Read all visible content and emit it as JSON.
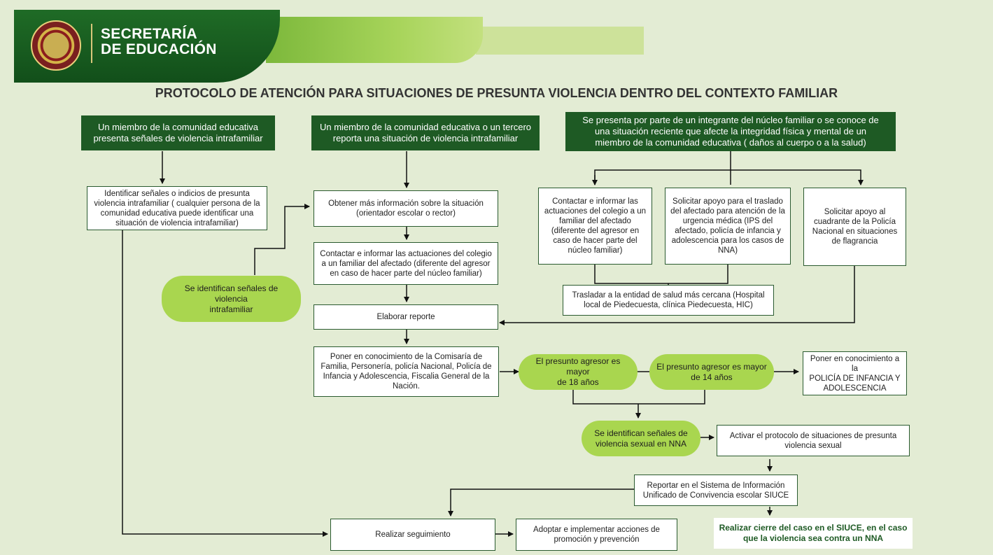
{
  "header": {
    "org_title": "SECRETARÍA\nDE EDUCACIÓN"
  },
  "title": "PROTOCOLO DE ATENCIÓN PARA SITUACIONES DE PRESUNTA VIOLENCIA DENTRO DEL CONTEXTO FAMILIAR",
  "colors": {
    "dark_green": "#1e5a24",
    "light_green": "#a9d64f",
    "background": "#e3ecd4"
  },
  "nodes": {
    "h1": "Un miembro de la comunidad educativa\npresenta señales de violencia intrafamiliar",
    "h2": "Un miembro de la comunidad educativa o un tercero\nreporta una situación de violencia intrafamiliar",
    "h3": "Se presenta por parte de un integrante del núcleo familiar o se conoce de\nuna situación reciente que afecte la integridad física y mental de un\nmiembro de la comunidad educativa ( daños al cuerpo o a la salud)",
    "identify": "Identificar señales o indicios de presunta\nviolencia intrafamiliar ( cualquier persona de la\ncomunidad educativa puede identificar una\nsituación de violencia intrafamiliar)",
    "obtain": "Obtener más información sobre la situación\n(orientador escolar o rector)",
    "contact_mid": "Contactar e informar las actuaciones del colegio\na un familiar del afectado (diferente del agresor\nen caso de hacer parte del núcleo familiar)",
    "signals_pill": "Se identifican señales de violencia\nintrafamiliar",
    "contact_right": "Contactar e informar las\nactuaciones del colegio a un\nfamiliar del afectado\n(diferente del agresor en\ncaso de hacer parte del\nnúcleo familiar)",
    "transfer_support": "Solicitar apoyo para el traslado\ndel afectado para atención de la\nurgencia médica (IPS del\nafectado, policía de infancia y\nadolescencia para los casos de\nNNA)",
    "police_support": "Solicitar apoyo al\ncuadrante de la Policía\nNacional en situaciones\nde flagrancia",
    "transfer_health": "Trasladar a la entidad de salud más cercana  (Hospital\nlocal de Piedecuesta, clínica Piedecuesta, HIC)",
    "report": "Elaborar reporte",
    "notify": "Poner en conocimiento de la Comisaría de\nFamilia, Personería, policía Nacional, Policía de\nInfancia y Adolescencia, Fiscalia General de la\nNación.",
    "age18": "El presunto agresor es mayor\nde 18 años",
    "age14": "El presunto agresor es mayor\nde 14 años",
    "notify_police_children": "Poner en conocimiento  a la\nPOLICÍA DE INFANCIA Y\nADOLESCENCIA",
    "sexual_signals": "Se identifican señales de\nviolencia sexual en NNA",
    "activate_protocol": "Activar el protocolo de situaciones de presunta\nviolencia sexual",
    "siuce_report": "Reportar en el Sistema de Información\nUnificado de Convivencia escolar SIUCE",
    "follow_up": "Realizar seguimiento",
    "promotion": "Adoptar e implementar acciones de\npromoción y prevención",
    "close_case": "Realizar cierre del caso en el SIUCE, en el caso\nque la violencia sea contra un NNA"
  }
}
